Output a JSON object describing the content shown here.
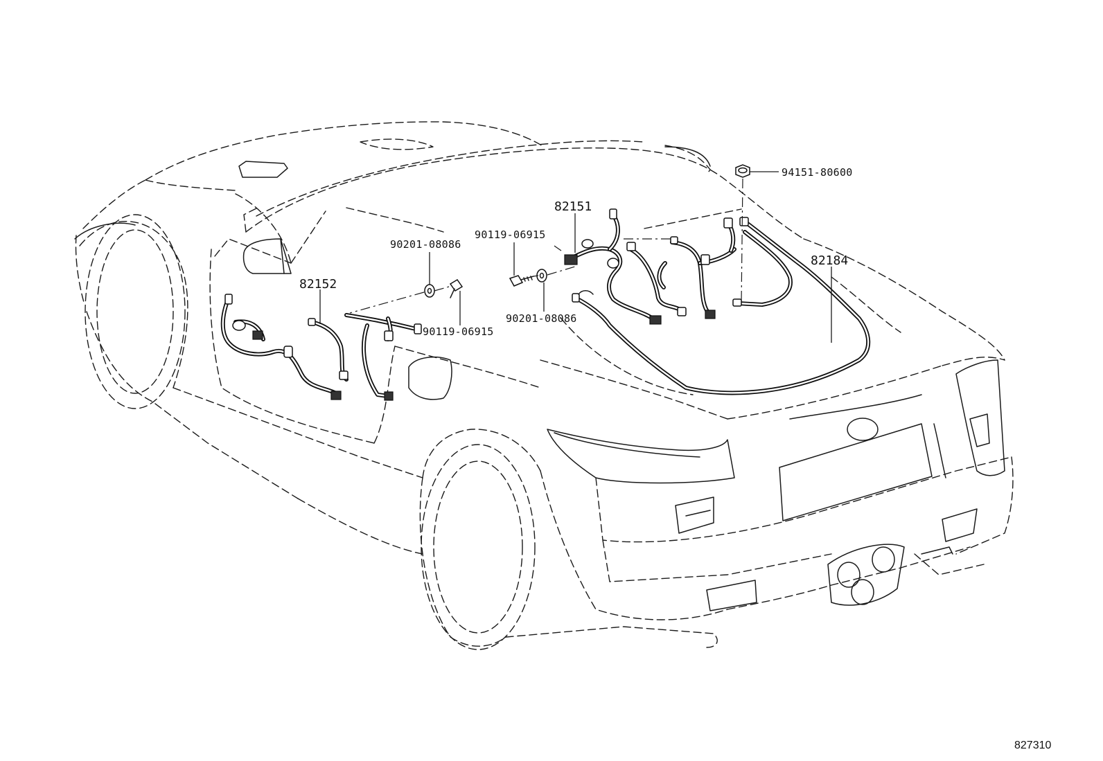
{
  "diagram": {
    "part_labels": {
      "p82151": "82151",
      "p82152": "82152",
      "p82184": "82184",
      "p94151": "94151-80600",
      "p90119_a": "90119-06915",
      "p90119_b": "90119-06915",
      "p90201_a": "90201-08086",
      "p90201_b": "90201-08086"
    },
    "figure_code": "827310"
  }
}
